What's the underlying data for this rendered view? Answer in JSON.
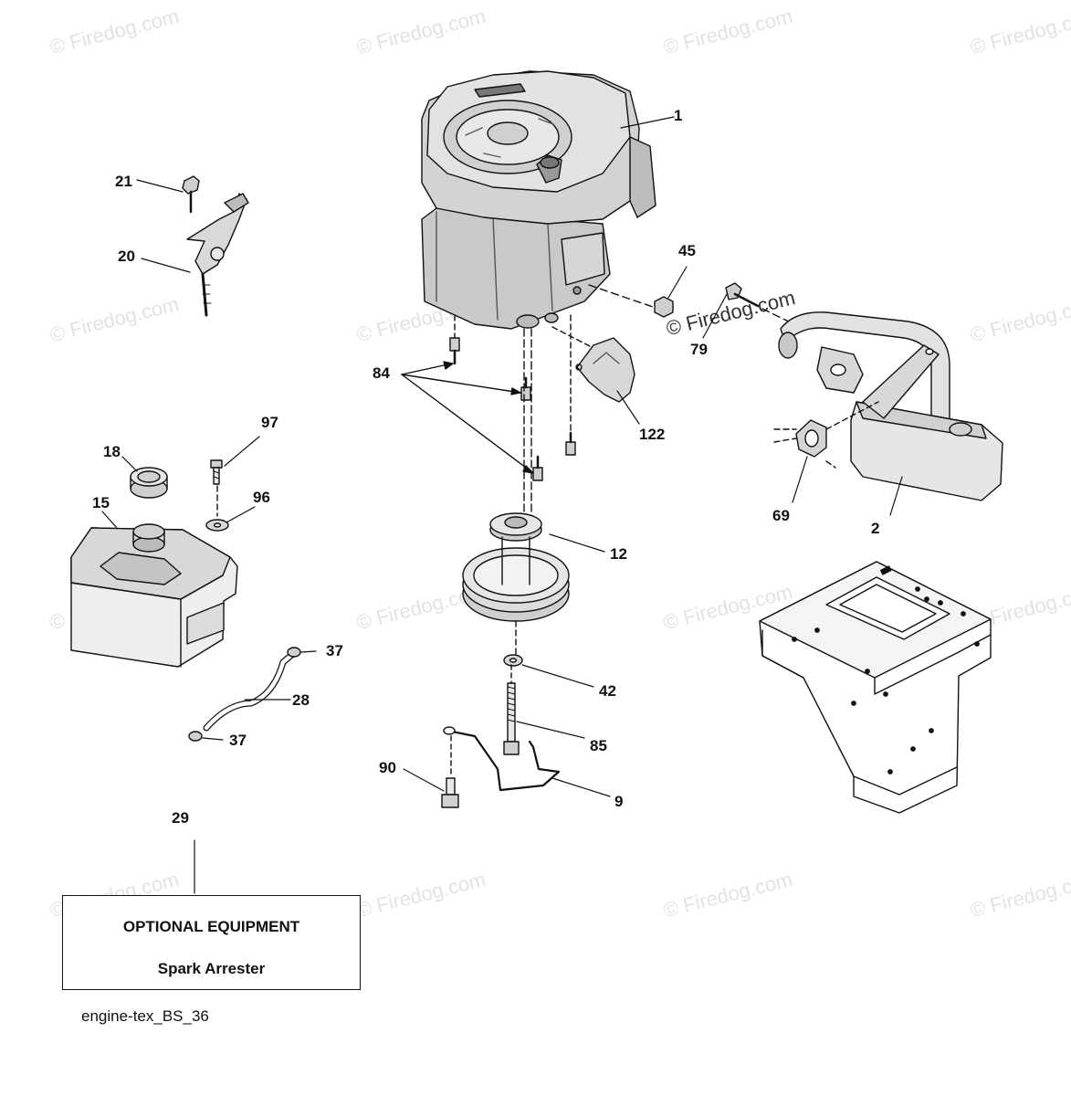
{
  "watermark": {
    "text": "© Firedog.com",
    "color": "#e2e2e2"
  },
  "watermark_dark": "© Firedog.com",
  "callouts": {
    "c1": "1",
    "c2": "2",
    "c9": "9",
    "c12": "12",
    "c15": "15",
    "c18": "18",
    "c20": "20",
    "c21": "21",
    "c28": "28",
    "c29": "29",
    "c37a": "37",
    "c37b": "37",
    "c42": "42",
    "c45": "45",
    "c69": "69",
    "c79": "79",
    "c84": "84",
    "c85": "85",
    "c90": "90",
    "c96": "96",
    "c97": "97",
    "c122": "122"
  },
  "optional_box": {
    "title": "OPTIONAL EQUIPMENT",
    "item": "Spark Arrester"
  },
  "diagram_id": "engine-tex_BS_36"
}
